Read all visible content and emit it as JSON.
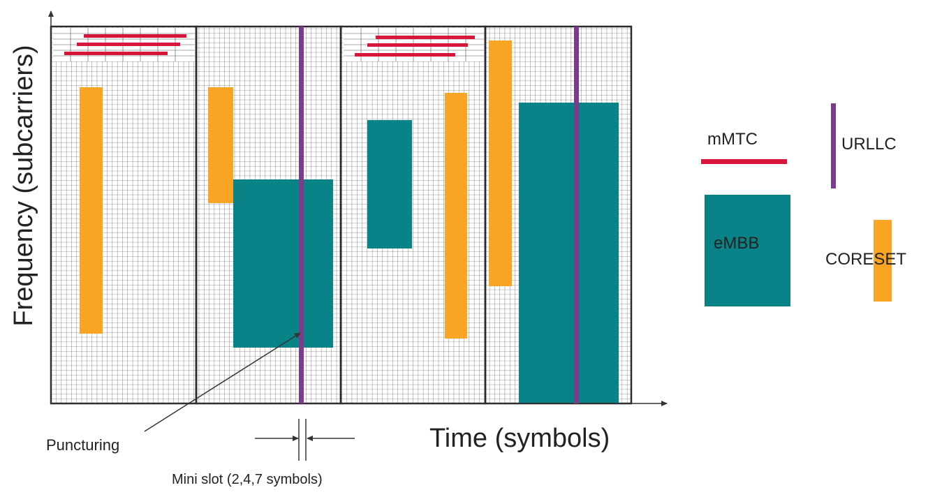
{
  "axes": {
    "y_label": "Frequency (subcarriers)",
    "x_label": "Time (symbols)"
  },
  "annotations": {
    "puncturing": "Puncturing",
    "mini_slot": "Mini slot (2,4,7 symbols)"
  },
  "legend": {
    "mmtc": "mMTC",
    "urllc": "URLLC",
    "embb": "eMBB",
    "coreset": "CORESET"
  },
  "colors": {
    "mmtc": "#d6163a",
    "urllc": "#7b3d8a",
    "embb": "#0a8388",
    "coreset": "#f8a523",
    "grid": "#2a2a2a",
    "axis": "#333333"
  }
}
